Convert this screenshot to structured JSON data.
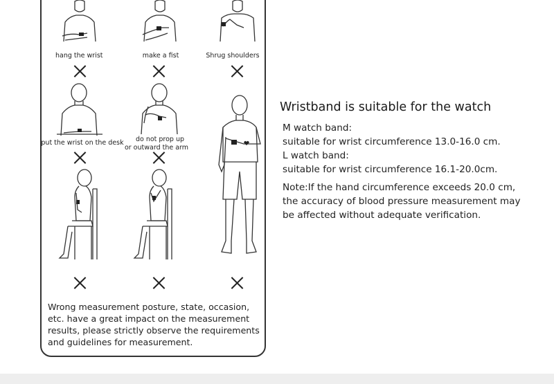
{
  "postures": {
    "hang_wrist": "hang the wrist",
    "fist": "make a fist",
    "shrug": "Shrug shoulders",
    "desk": "put the wrist on the desk",
    "prop_line1": "do not prop up",
    "prop_line2": "or outward the arm"
  },
  "warning": "Wrong measurement posture, state, occasion, etc. have a great impact on the measurement results, please strictly observe the requirements and guidelines for measurement.",
  "info": {
    "title": "Wristband is suitable for the watch",
    "m_label": "M watch band:",
    "m_text": "suitable for wrist circumference 13.0-16.0 cm.",
    "l_label": "L watch band:",
    "l_text": "suitable for wrist circumference 16.1-20.0cm.",
    "note": "Note:If the hand circumference exceeds 20.0 cm, the accuracy of blood pressure measurement may be affected without adequate verification."
  }
}
